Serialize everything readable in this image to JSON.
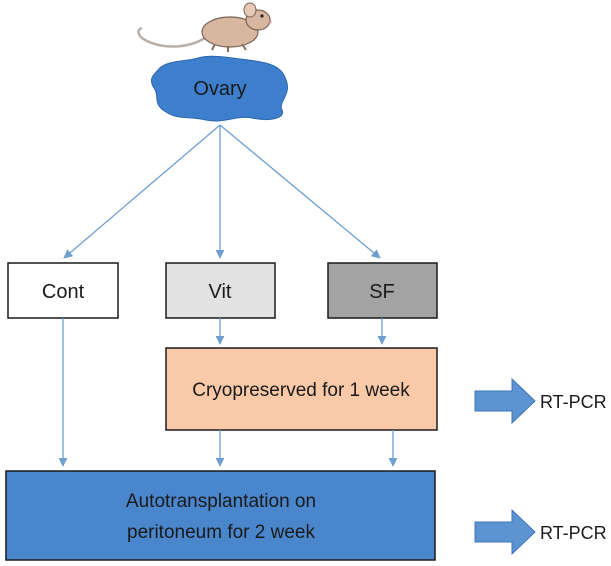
{
  "nodes": {
    "ovary": {
      "label": "Ovary"
    },
    "cont": {
      "label": "Cont"
    },
    "vit": {
      "label": "Vit"
    },
    "sf": {
      "label": "SF"
    },
    "cryo": {
      "label": "Cryopreserved for 1 week"
    },
    "auto": {
      "line1": "Autotransplantation on",
      "line2": "peritoneum for 2 week"
    }
  },
  "outputs": {
    "rtpcr_cryo": "RT-PCR",
    "rtpcr_auto": "RT-PCR"
  },
  "colors": {
    "ovary_fill": "#3d7fcc",
    "cont_fill": "#ffffff",
    "vit_fill": "#e2e2e2",
    "sf_fill": "#a3a3a3",
    "cryo_fill": "#f9c9a8",
    "auto_fill": "#4a86cc",
    "arrow": "#6e9fd0",
    "block_arrow": "#5b93d3"
  }
}
